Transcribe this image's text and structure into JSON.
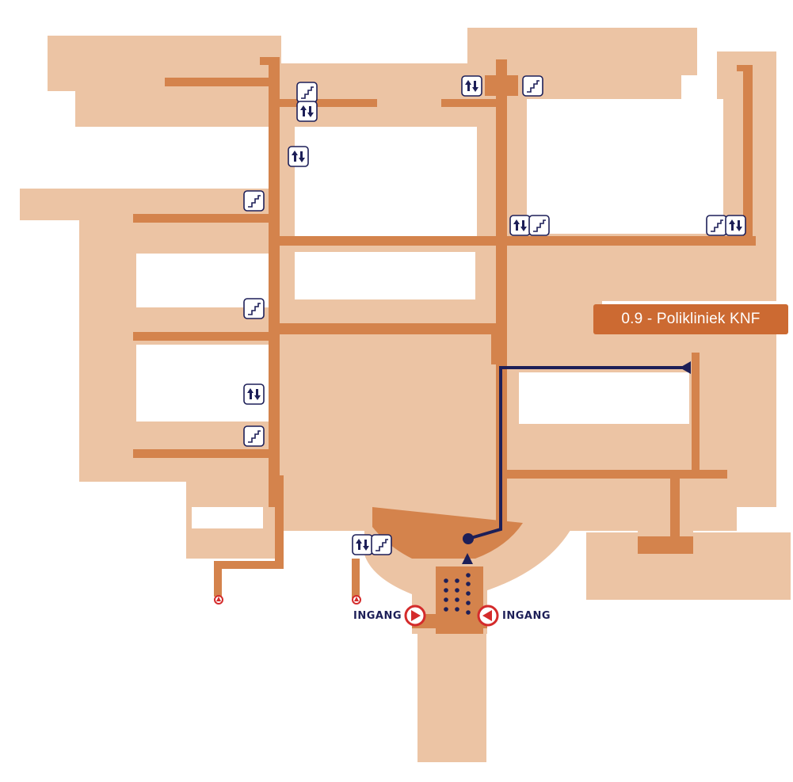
{
  "destination": {
    "label": "0.9 - Polikliniek KNF"
  },
  "entrances": [
    {
      "label": "INGANG",
      "direction": "right"
    },
    {
      "label": "INGANG",
      "direction": "left"
    }
  ],
  "icons": {
    "stairs": "stairs-icon",
    "elevator": "elevator-icon",
    "entrance_marker": "entrance-marker-icon",
    "you_are_here": "you-are-here-icon"
  },
  "colors": {
    "building": "#ecc4a4",
    "corridor": "#d4834c",
    "route": "#1d1f58",
    "destination": "#cc6a32",
    "entrance": "#d42b2b"
  }
}
